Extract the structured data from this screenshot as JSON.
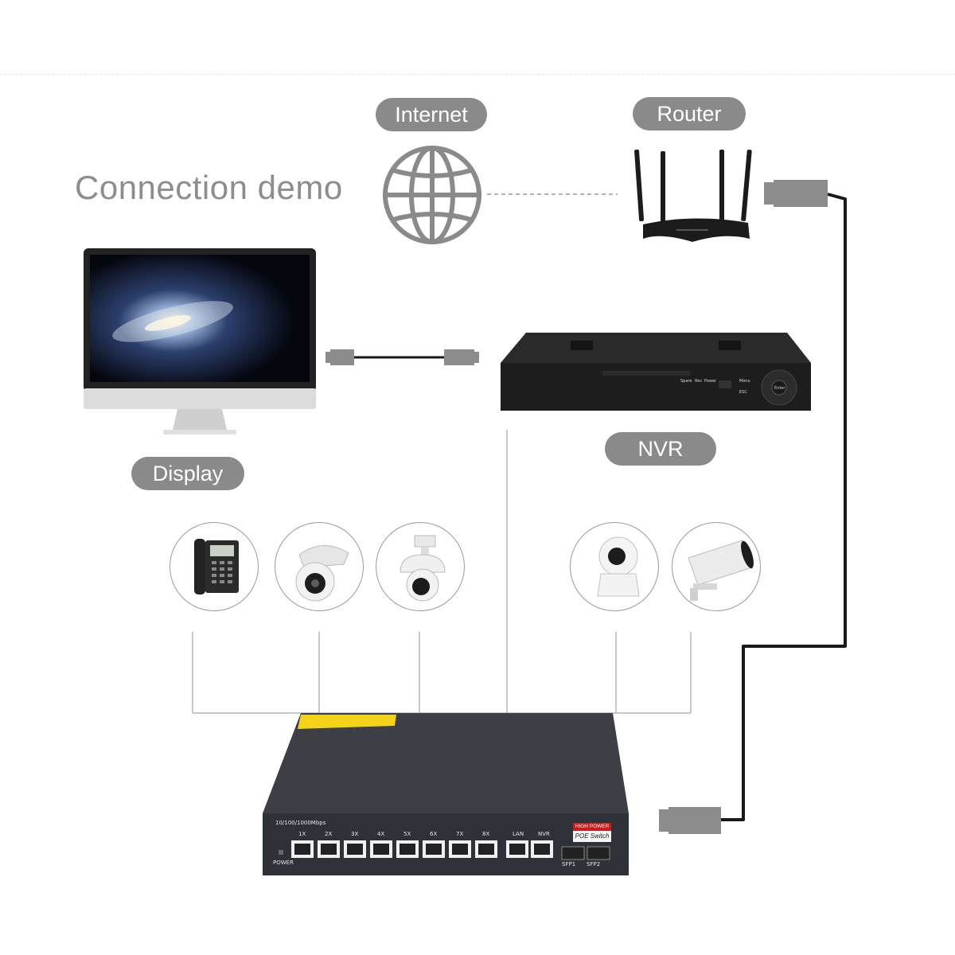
{
  "title": "Connection demo",
  "labels": {
    "internet": "Internet",
    "router": "Router",
    "display": "Display",
    "nvr": "NVR"
  },
  "switch": {
    "speed_text": "10/100/1000Mbps",
    "ports": [
      "1X",
      "2X",
      "3X",
      "4X",
      "5X",
      "6X",
      "7X",
      "8X"
    ],
    "uplinks": [
      "LAN",
      "NVR"
    ],
    "sfp": [
      "SFP1",
      "SFP2"
    ],
    "badge_top": "HIGH POWER",
    "badge_bottom": "POE Switch",
    "power_text": "POWER"
  },
  "nvr_device": {
    "front_labels": [
      "Spare",
      "Rec",
      "Power"
    ],
    "button_labels": [
      "Menu",
      "ESC",
      "Enter"
    ]
  },
  "colors": {
    "pill": "#8a8a8a",
    "title": "#8d8d8d",
    "connector": "#8c8c8c",
    "cable": "#1a1a1a",
    "wire": "#b5b5b5",
    "switch_body": "#3c3f46",
    "warning_label": "#f3d21a"
  },
  "devices": [
    "internet-globe-icon",
    "router",
    "display-monitor",
    "nvr",
    "ip-phone-icon",
    "dome-camera-icon",
    "ptz-camera-icon",
    "home-camera-icon",
    "bullet-camera-icon",
    "poe-switch"
  ]
}
